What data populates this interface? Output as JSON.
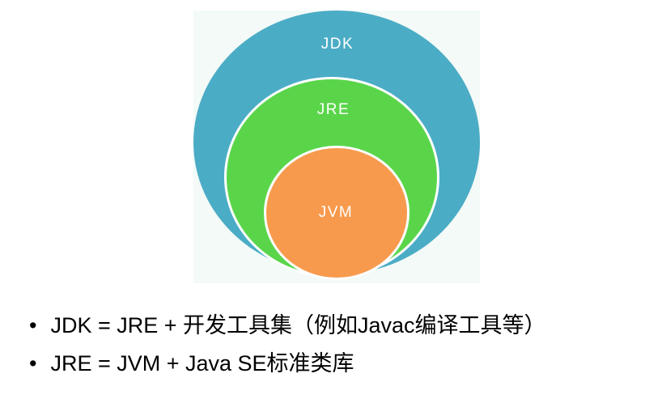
{
  "diagram": {
    "name": "JDK / JRE / JVM nested diagram",
    "panel_background": "#f3faf7",
    "rim_color": "#ffffff",
    "rings": [
      {
        "id": "jdk",
        "label": "JDK",
        "color": "#4bacc6",
        "text_color": "#ffffff"
      },
      {
        "id": "jre",
        "label": "JRE",
        "color": "#5ad54a",
        "text_color": "#ffffff"
      },
      {
        "id": "jvm",
        "label": "JVM",
        "color": "#f79a4d",
        "text_color": "#ffffff"
      }
    ]
  },
  "notes": {
    "bullet": "•",
    "items": [
      "JDK = JRE + 开发工具集（例如Javac编译工具等）",
      "JRE = JVM + Java SE标准类库"
    ]
  }
}
